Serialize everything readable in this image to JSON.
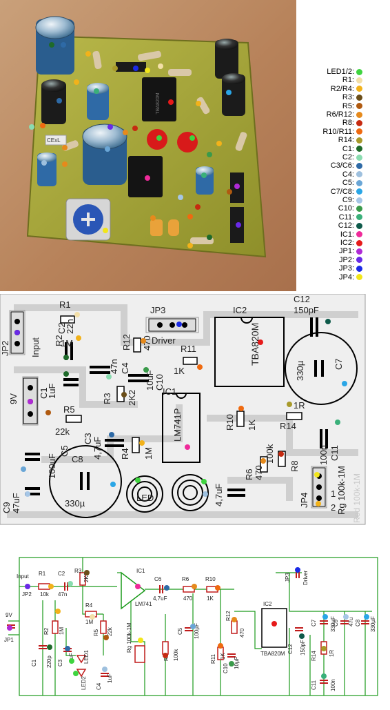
{
  "legend": [
    {
      "label": "LED1/2:",
      "color": "#3fd43f"
    },
    {
      "label": "R1:",
      "color": "#f3dfa8"
    },
    {
      "label": "R2/R4:",
      "color": "#f2b21a"
    },
    {
      "label": "R3:",
      "color": "#6b4e19"
    },
    {
      "label": "R5:",
      "color": "#b05a10"
    },
    {
      "label": "R6/R12:",
      "color": "#e68a1c"
    },
    {
      "label": "R8:",
      "color": "#c62a10"
    },
    {
      "label": "R10/R11:",
      "color": "#ef6a10"
    },
    {
      "label": "R14:",
      "color": "#a89a2a"
    },
    {
      "label": "C1:",
      "color": "#1e6a2a"
    },
    {
      "label": "C2:",
      "color": "#8adcb0"
    },
    {
      "label": "C3/C6:",
      "color": "#2e6aa6"
    },
    {
      "label": "C4:",
      "color": "#9ec0de"
    },
    {
      "label": "C5:",
      "color": "#6aa6d6"
    },
    {
      "label": "C7/C8:",
      "color": "#2aa6e6"
    },
    {
      "label": "C9:",
      "color": "#a6c6e6"
    },
    {
      "label": "C10:",
      "color": "#3a9a4a"
    },
    {
      "label": "C11:",
      "color": "#3ab07a"
    },
    {
      "label": "C12:",
      "color": "#0e5a4a"
    },
    {
      "label": "IC1:",
      "color": "#ef2a9a"
    },
    {
      "label": "IC2:",
      "color": "#e61a1a"
    },
    {
      "label": "JP1:",
      "color": "#b02ad6"
    },
    {
      "label": "JP2:",
      "color": "#6a2ae6"
    },
    {
      "label": "JP3:",
      "color": "#1a2ae6"
    },
    {
      "label": "JP4:",
      "color": "#f2e61a"
    }
  ],
  "photo": {
    "label": "CExL"
  },
  "layout": {
    "labels": {
      "jp2": "JP2",
      "input": "Input",
      "r1": "R1",
      "c2": "C2",
      "v22n": "22n",
      "r2": "R2",
      "m1": "1M",
      "r12": "R12",
      "v470": "470",
      "c4": "C4",
      "v47n": "47n",
      "jp3": "JP3",
      "driver": "Driver",
      "ic2": "IC2",
      "tba820m": "TBA820M",
      "c12": "C12",
      "v150pf": "150pF",
      "v330u_c7": "330µ",
      "c7": "C7",
      "v9v": "9V",
      "c1": "C1",
      "v1uf": "1uF",
      "r11": "R11",
      "v1k_r11": "1K",
      "c10": "C10",
      "v10uf": "10uF",
      "r3": "R3",
      "v2k2": "2K2",
      "ic1": "IC1",
      "lm741p": "LM741P",
      "r5": "R5",
      "v22k": "22k",
      "r10": "R10",
      "v1k_r10": "1K",
      "v1r": "1R",
      "r14": "R14",
      "c3": "C3",
      "v47uf_c3": "4,7uF",
      "r4": "R4",
      "v1m_r4": "1M",
      "c5": "C5",
      "v100uf_c5": "100uF",
      "c8": "C8",
      "v330u_c8": "330µ",
      "led": "LED",
      "v47uf": "4,7uF",
      "r6": "R6",
      "v470_r6": "470",
      "v100k": "100k",
      "r8": "R8",
      "v100n": "100n",
      "c11": "C11",
      "rg": "Rg 100k-1M",
      "jp4": "JP4",
      "v1": "1",
      "v2": "2",
      "c9": "C9",
      "v47uf_c9": "47uF",
      "red": "Red 100k-1M"
    }
  },
  "schematic": {
    "labels": {
      "input": "Input",
      "jp2": "JP2",
      "r1": "R1",
      "v10k": "10k",
      "c2": "C2",
      "v47n": "47n",
      "r3": "R3",
      "v2k2": "2K2",
      "ic1": "IC1",
      "lm741": "LM741",
      "c6": "C6",
      "v47uf": "4,7uF",
      "r6": "R6",
      "v470": "470",
      "r10": "R10",
      "v1k": "1K",
      "jp3": "JP3",
      "driver": "Driver",
      "v9v": "9V",
      "jp1": "JP1",
      "r2": "R2",
      "v1m": "1M",
      "r4": "R4",
      "v1m_r4": "1M",
      "r5": "R5",
      "v22k": "22k",
      "c1": "C1",
      "v220p": "220p",
      "c3": "C3",
      "v1uf_c3": "1uF",
      "led1": "LED1",
      "led2": "LED2",
      "c4": "C4",
      "v1uf_c4": "1uF",
      "rg": "Rg 100k-1M",
      "r8": "R8",
      "v100k": "100k",
      "c5": "C5",
      "v100uf": "100µF",
      "r11": "R11",
      "v1k_r11": "1K",
      "c10": "C10",
      "v10uf": "10µF",
      "r12": "R12",
      "v470_r12": "470",
      "ic2": "IC2",
      "tba820m": "TBA820M",
      "c12": "C12",
      "v150pf": "150pF",
      "c7": "C7",
      "v330u_c7": "330µF",
      "r14": "R14",
      "v1r": "1R",
      "c11": "C11",
      "v100n": "100n",
      "c9": "C9",
      "v47u": "47u",
      "c8": "C8",
      "v330u": "330µF"
    }
  }
}
